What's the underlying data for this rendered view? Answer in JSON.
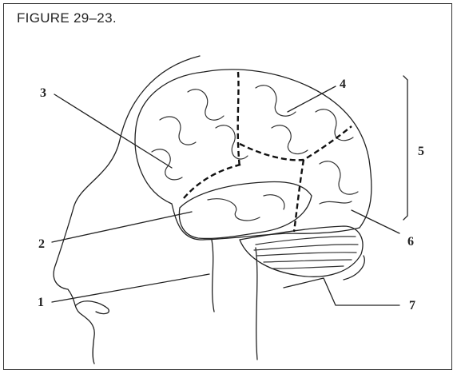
{
  "figure": {
    "title": "FIGURE 29–23."
  },
  "labels": [
    "1",
    "2",
    "3",
    "4",
    "5",
    "6",
    "7"
  ]
}
